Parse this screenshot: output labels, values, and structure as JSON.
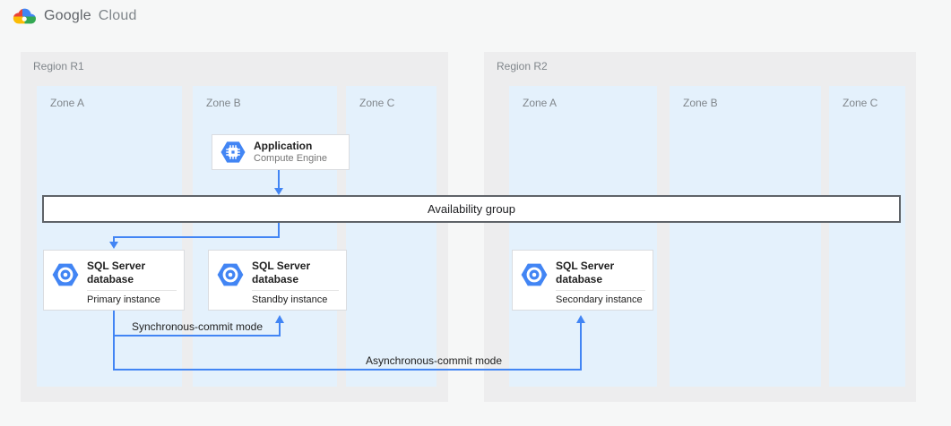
{
  "brand": {
    "google": "Google",
    "cloud": "Cloud"
  },
  "regions": [
    {
      "label": "Region R1",
      "zones": [
        {
          "label": "Zone A"
        },
        {
          "label": "Zone B"
        },
        {
          "label": "Zone C"
        }
      ]
    },
    {
      "label": "Region R2",
      "zones": [
        {
          "label": "Zone A"
        },
        {
          "label": "Zone B"
        },
        {
          "label": "Zone C"
        }
      ]
    }
  ],
  "nodes": {
    "application": {
      "title": "Application",
      "subtitle": "Compute Engine",
      "icon": "compute-engine-icon"
    },
    "availability_group": {
      "label": "Availability group"
    },
    "sql_primary": {
      "title": "SQL Server database",
      "subtitle": "Primary instance",
      "icon": "sql-database-icon"
    },
    "sql_standby": {
      "title": "SQL Server database",
      "subtitle": "Standby instance",
      "icon": "sql-database-icon"
    },
    "sql_secondary": {
      "title": "SQL Server database",
      "subtitle": "Secondary instance",
      "icon": "sql-database-icon"
    }
  },
  "connectors": {
    "sync_label": "Synchronous-commit mode",
    "async_label": "Asynchronous-commit mode"
  },
  "colors": {
    "accent_blue": "#4285f4",
    "zone_fill": "#e4f1fc",
    "region_fill": "#ededee",
    "box_border": "#dadce0",
    "bar_border": "#5f6368",
    "label_gray": "#80868b",
    "google_red": "#ea4335",
    "google_yellow": "#fbbc05",
    "google_green": "#34a853"
  }
}
